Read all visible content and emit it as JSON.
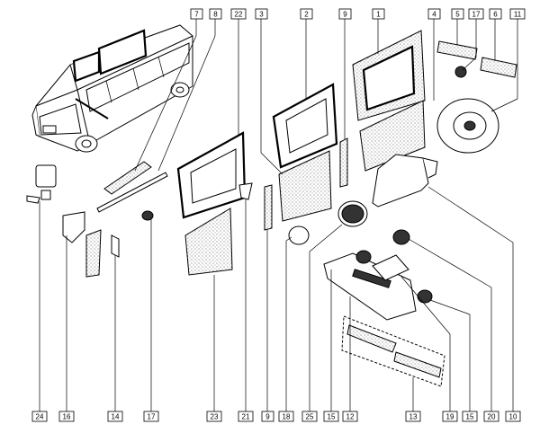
{
  "labels": {
    "p1": "1",
    "p2": "2",
    "p3": "3",
    "p4": "4",
    "p5": "5",
    "p6": "6",
    "p7": "7",
    "p8": "8",
    "p9_top": "9",
    "p9_bottom": "9",
    "p10": "10",
    "p11": "11",
    "p12": "12",
    "p13": "13",
    "p14": "14",
    "p15_a": "15",
    "p15_b": "15",
    "p16": "16",
    "p17_top": "17",
    "p17_bottom": "17",
    "p18": "18",
    "p19": "19",
    "p20": "20",
    "p21": "21",
    "p22": "22",
    "p23": "23",
    "p24": "24",
    "p25": "25"
  }
}
